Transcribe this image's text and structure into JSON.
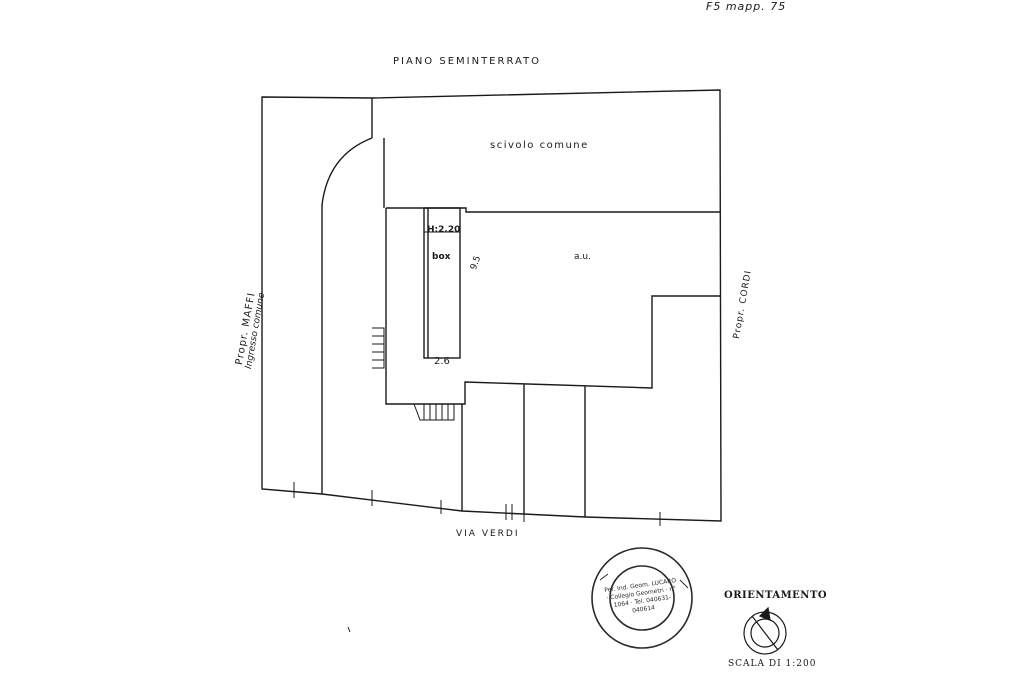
{
  "document": {
    "reference": "F5 mapp. 75",
    "floor_title": "PIANO SEMINTERRATO",
    "labels": {
      "scivolo": "scivolo comune",
      "box_height": "H:2.20",
      "box": "box",
      "dim_a": "9.5",
      "area_code": "a.u.",
      "dim_b": "2.6",
      "ingresso": "Ingresso comune",
      "propr_left": "Propr. MAFFI",
      "propr_right": "Propr. CORDI",
      "street": "VIA VERDI"
    },
    "stamp_text": "Per. Ind. Geom. LUCARO · Collegio Geometri · n° 1064 · Tel. 040631-040614",
    "orientation_title": "ORIENTAMENTO",
    "scale_text": "SCALA DI 1:200"
  },
  "colors": {
    "ink": "#1a1a1a",
    "paper": "#ffffff",
    "stamp": "#2b2b2b"
  }
}
